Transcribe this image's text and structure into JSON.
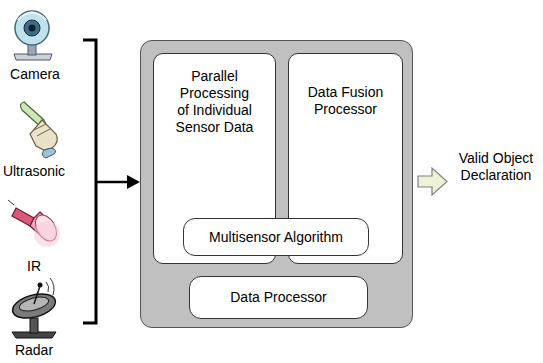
{
  "diagram": {
    "nodes": [
      {
        "text": []
      },
      {
        "text": [
          "Parallel Processing of Individual Sensor Data"
        ],
        "in": 0
      },
      {
        "text": [
          "Data Fusion Processor"
        ],
        "in": 0
      },
      {
        "text": [
          "Multisensor Algorithm"
        ],
        "in": 0
      },
      {
        "text": [
          "Data Processor"
        ],
        "in": 0
      }
    ],
    "labels": [
      "Camera",
      "Ultrasonic",
      "IR",
      "Radar",
      "Valid Object Declaration"
    ]
  }
}
